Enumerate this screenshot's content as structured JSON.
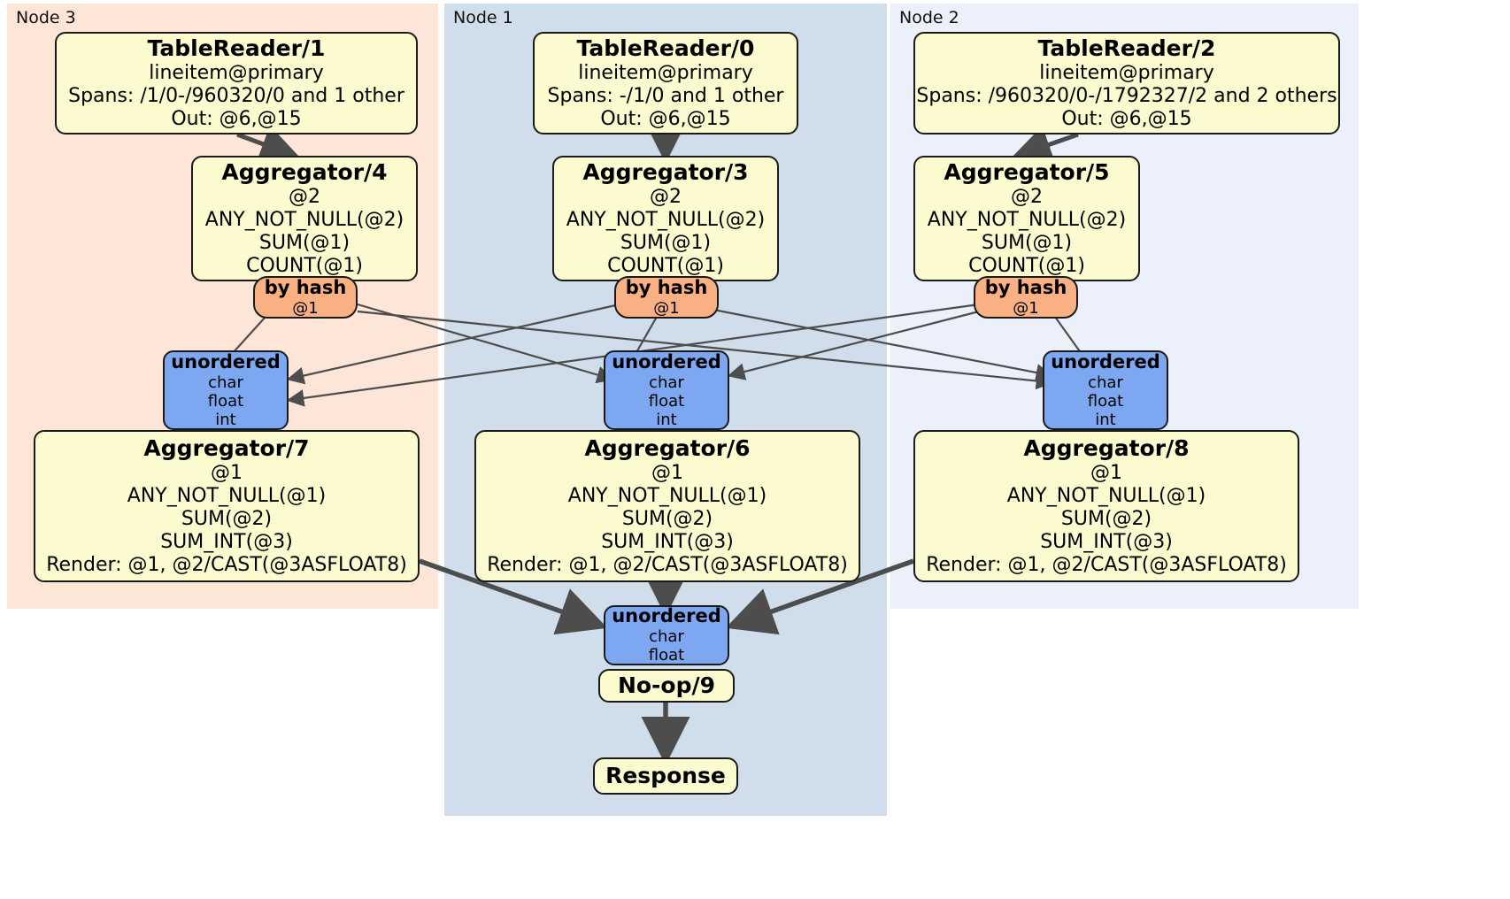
{
  "diagram": {
    "kind": "distributed-query-execution-plan",
    "colors": {
      "node3_panel": "#fde5d8",
      "node1_panel": "#cfdeea",
      "node2_panel": "#ebf0fb",
      "processor_box": "#fbfbcf",
      "hash_router": "#f9b083",
      "sync_router": "#7da7f0",
      "edge": "#4d4d4d",
      "border": "#1a1a1a"
    },
    "clusters": [
      {
        "id": "node3",
        "label": "Node 3"
      },
      {
        "id": "node1",
        "label": "Node 1"
      },
      {
        "id": "node2",
        "label": "Node 2"
      }
    ],
    "nodes": {
      "tablereader_1": {
        "title": "TableReader/1",
        "lines": [
          "lineitem@primary",
          "Spans: /1/0-/960320/0 and 1 other",
          "Out: @6,@15"
        ]
      },
      "tablereader_0": {
        "title": "TableReader/0",
        "lines": [
          "lineitem@primary",
          "Spans: -/1/0 and 1 other",
          "Out: @6,@15"
        ]
      },
      "tablereader_2": {
        "title": "TableReader/2",
        "lines": [
          "lineitem@primary",
          "Spans: /960320/0-/1792327/2 and 2 others",
          "Out: @6,@15"
        ]
      },
      "aggregator_4": {
        "title": "Aggregator/4",
        "lines": [
          "@2",
          "ANY_NOT_NULL(@2)",
          "SUM(@1)",
          "COUNT(@1)"
        ]
      },
      "aggregator_3": {
        "title": "Aggregator/3",
        "lines": [
          "@2",
          "ANY_NOT_NULL(@2)",
          "SUM(@1)",
          "COUNT(@1)"
        ]
      },
      "aggregator_5": {
        "title": "Aggregator/5",
        "lines": [
          "@2",
          "ANY_NOT_NULL(@2)",
          "SUM(@1)",
          "COUNT(@1)"
        ]
      },
      "byhash_left": {
        "title": "by hash",
        "lines": [
          "@1"
        ]
      },
      "byhash_middle": {
        "title": "by hash",
        "lines": [
          "@1"
        ]
      },
      "byhash_right": {
        "title": "by hash",
        "lines": [
          "@1"
        ]
      },
      "unordered_left": {
        "title": "unordered",
        "lines": [
          "char",
          "float",
          "int"
        ]
      },
      "unordered_middle": {
        "title": "unordered",
        "lines": [
          "char",
          "float",
          "int"
        ]
      },
      "unordered_right": {
        "title": "unordered",
        "lines": [
          "char",
          "float",
          "int"
        ]
      },
      "aggregator_7": {
        "title": "Aggregator/7",
        "lines": [
          "@1",
          "ANY_NOT_NULL(@1)",
          "SUM(@2)",
          "SUM_INT(@3)",
          "Render: @1, @2/CAST(@3ASFLOAT8)"
        ]
      },
      "aggregator_6": {
        "title": "Aggregator/6",
        "lines": [
          "@1",
          "ANY_NOT_NULL(@1)",
          "SUM(@2)",
          "SUM_INT(@3)",
          "Render: @1, @2/CAST(@3ASFLOAT8)"
        ]
      },
      "aggregator_8": {
        "title": "Aggregator/8",
        "lines": [
          "@1",
          "ANY_NOT_NULL(@1)",
          "SUM(@2)",
          "SUM_INT(@3)",
          "Render: @1, @2/CAST(@3ASFLOAT8)"
        ]
      },
      "unordered_final": {
        "title": "unordered",
        "lines": [
          "char",
          "float"
        ]
      },
      "noop_9": {
        "title": "No-op/9",
        "lines": []
      },
      "response": {
        "title": "Response",
        "lines": []
      }
    }
  }
}
